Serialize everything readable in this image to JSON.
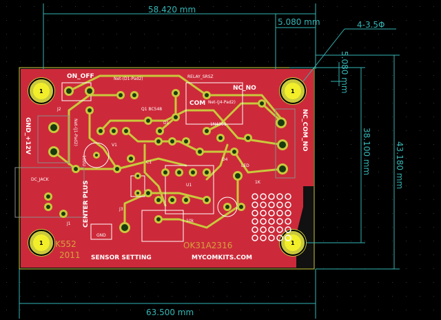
{
  "dimensions": {
    "top_width": "58.420 mm",
    "pad_spacing": "5.080 mm",
    "hole_spec": "4-3.5Φ",
    "vertical_small": "5.080 mm",
    "vertical_mid": "38.100 mm",
    "vertical_total": "43.180 mm",
    "bottom_width": "63.500 mm"
  },
  "silkscreen": {
    "on_off": "ON_OFF",
    "relay": "RELAY_SRSZ",
    "nc_no": "NC_NO",
    "com": "COM",
    "gnd_12v": "GND_+12V",
    "dc_jack": "DC_JACK",
    "center_plus": "CENTER PLUS",
    "nc_com_no": "NC_COM_NO",
    "sensor_setting": "SENSOR SETTING",
    "mycomkits": "MYCOMKITS.COM",
    "k552": "K552",
    "year": "2011",
    "ok31": "OK31A2316",
    "net1": "Net-(D1-Pad2)",
    "net2": "Net-(J4-Pad2)",
    "net3": "Net-(J1-Pad2)",
    "q1": "Q1 BC548",
    "j2": "J2",
    "j3": "J3",
    "j1": "J1",
    "u1": "U1",
    "c1": "C1",
    "r_10k": "10k",
    "led": "LED",
    "d1": "D1",
    "d4": "D4",
    "r1k": "1K",
    "cap_100u": "100U",
    "n4001": "1N4001",
    "gnd": "GND",
    "v1": "V1",
    "mount_hole": "1"
  },
  "colors": {
    "background": "#000000",
    "board_red": "#cc2a3a",
    "board_border": "#c9c93c",
    "copper": "#c9c93c",
    "silkscreen": "#ffffff",
    "dimension": "#35b6b6",
    "mount_hole": "#f2ef2a"
  }
}
